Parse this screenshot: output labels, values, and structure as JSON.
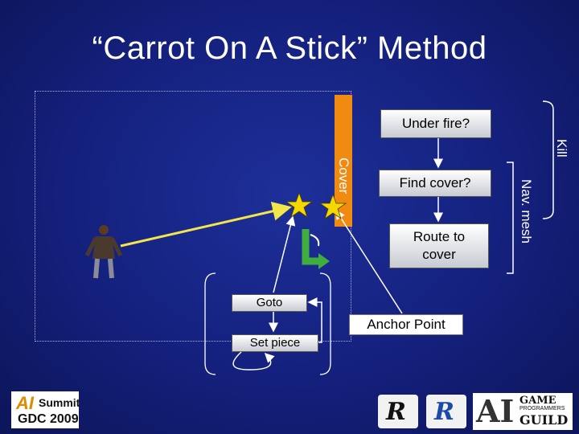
{
  "title": "“Carrot On A Stick” Method",
  "labels": {
    "cover": "Cover",
    "kill": "Kill",
    "nav_mesh": "Nav. mesh",
    "anchor_point": "Anchor Point"
  },
  "boxes": {
    "under_fire": "Under fire?",
    "find_cover": "Find cover?",
    "route_to_cover": "Route to cover",
    "goto": "Goto",
    "set_piece": "Set piece"
  },
  "logos": {
    "ai_summit": {
      "ai": "AI",
      "summit": "Summit",
      "gdc": "GDC 2009"
    },
    "rockstar_dark": "R",
    "rockstar_blue": "R",
    "guild": {
      "mark": "AI",
      "game": "GAME",
      "programmers": "PROGRAMMERS",
      "guild": "GUILD"
    }
  },
  "colors": {
    "background": "#14207c",
    "cover_bar": "#f08a10",
    "carrot_line": "#f2e64a",
    "star": "#f5d800",
    "path_arrow": "#3fae3f"
  }
}
